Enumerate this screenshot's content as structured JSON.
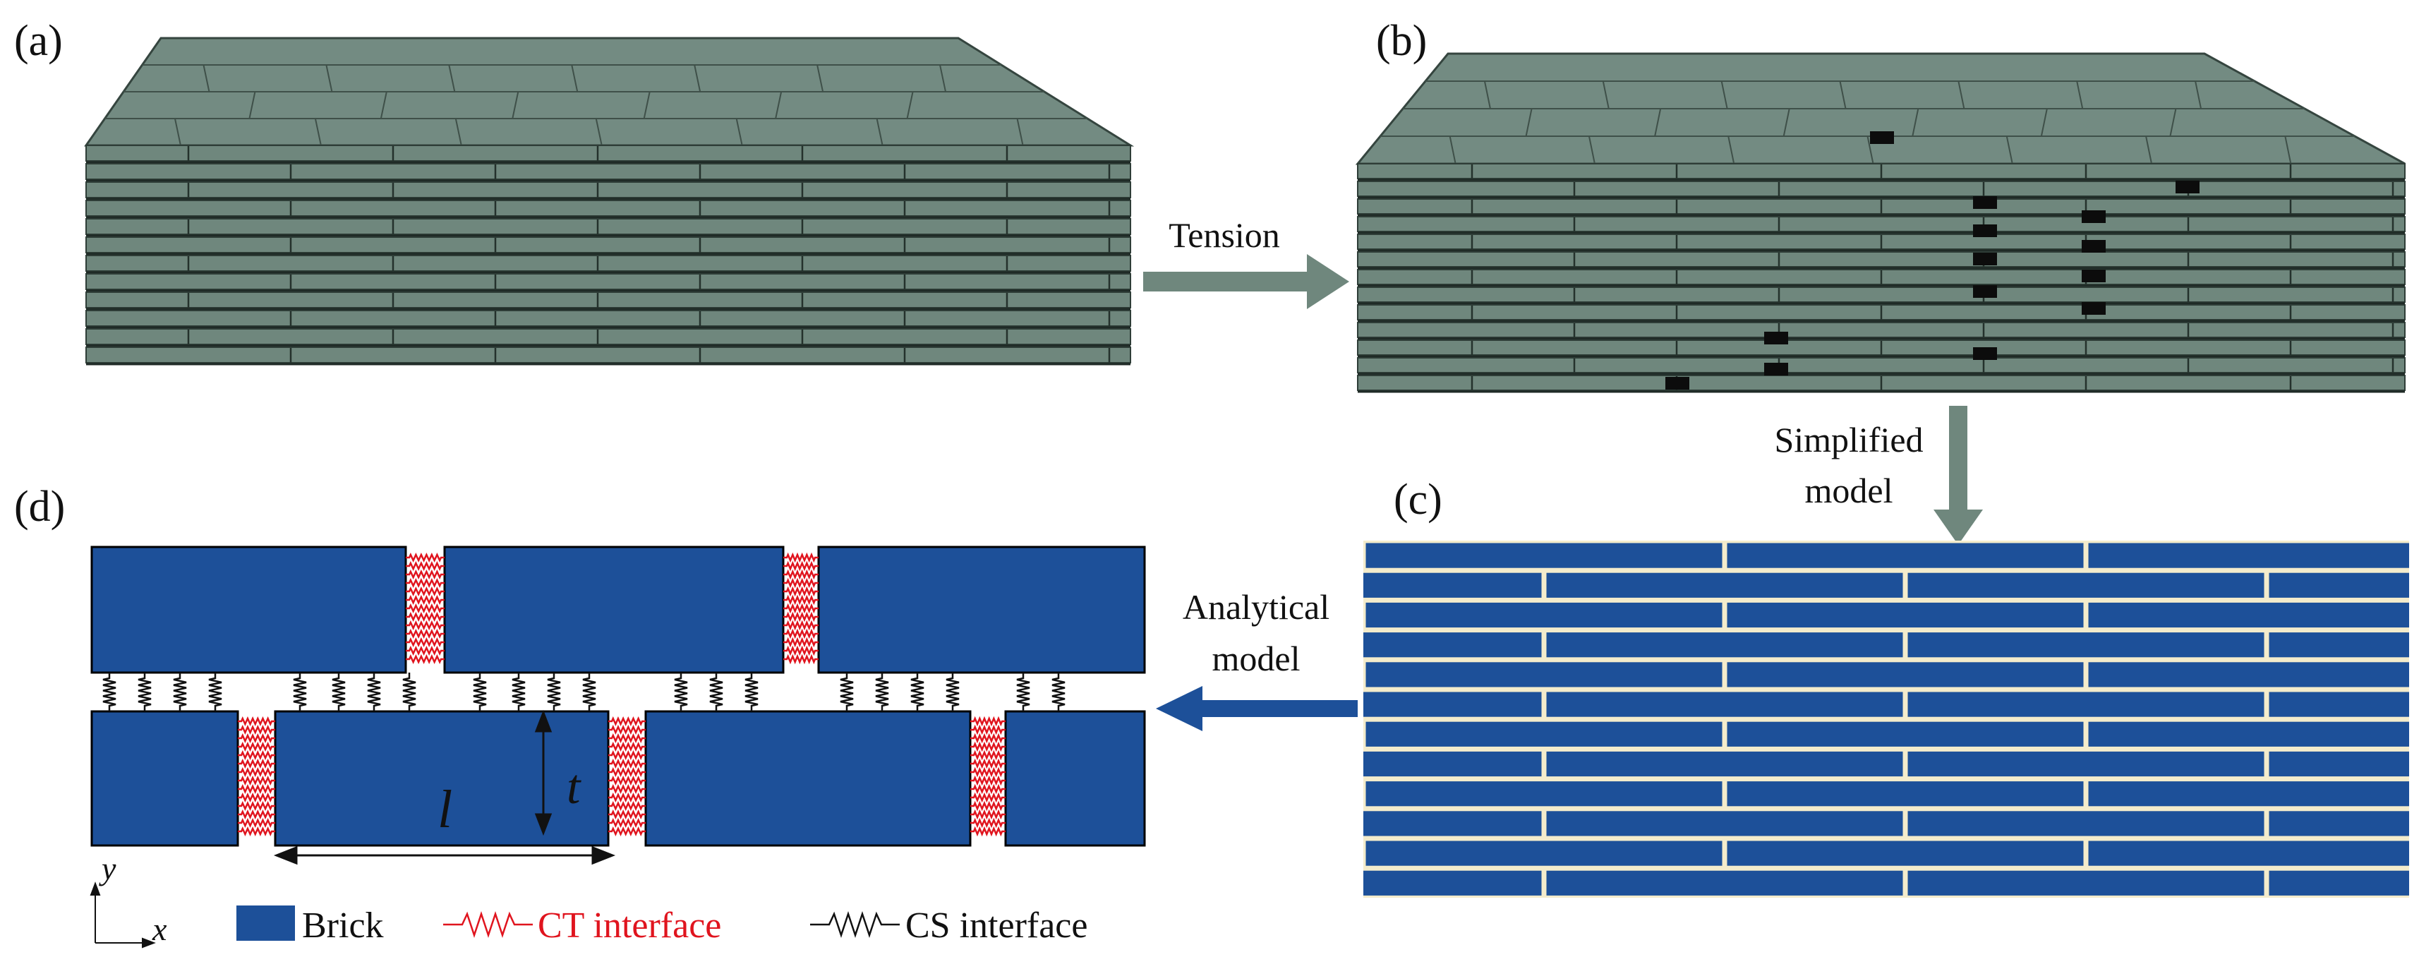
{
  "panels": {
    "a": "(a)",
    "b": "(b)",
    "c": "(c)",
    "d": "(d)"
  },
  "arrows": {
    "tension": "Tension",
    "simplified_line1": "Simplified",
    "simplified_line2": "model",
    "analytical_line1": "Analytical",
    "analytical_line2": "model"
  },
  "dimensions": {
    "length": "l",
    "thickness": "t"
  },
  "axes": {
    "y": "y",
    "x": "x"
  },
  "legend": {
    "brick": "Brick",
    "ct_interface": "CT interface",
    "cs_interface": "CS interface"
  },
  "colors": {
    "brick_blue": "#1d5099",
    "ct_red": "#e0141e",
    "cs_black": "#111111",
    "nacre_green": "#6f877d",
    "nacre_green_dark": "#2e3d37",
    "arrow_green": "#6f877d",
    "arrow_blue": "#1d5099",
    "mortar": "#f4eccc"
  }
}
